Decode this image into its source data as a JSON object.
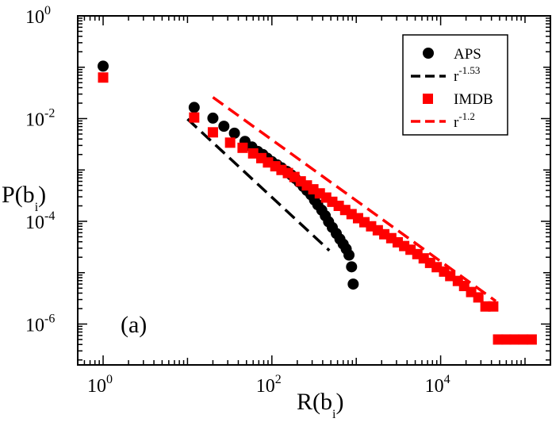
{
  "chart_data": {
    "type": "scatter",
    "panel_label": "(a)",
    "xlabel": {
      "base": "R(b",
      "sub": "i",
      "tail": ")"
    },
    "ylabel": {
      "base": "P(b",
      "sub": "i",
      "tail": ")"
    },
    "xscale": "log",
    "yscale": "log",
    "xlim": [
      0.5,
      200000
    ],
    "ylim": [
      1.6e-07,
      1
    ],
    "grid": false,
    "legend_position": "top-right",
    "x_ticks": [
      {
        "value": 1,
        "base": "10",
        "exp": "0"
      },
      {
        "value": 100,
        "base": "10",
        "exp": "2"
      },
      {
        "value": 10000,
        "base": "10",
        "exp": "4"
      }
    ],
    "y_ticks": [
      {
        "value": 1,
        "base": "10",
        "exp": "0"
      },
      {
        "value": 0.01,
        "base": "10",
        "exp": "-2"
      },
      {
        "value": 0.0001,
        "base": "10",
        "exp": "-4"
      },
      {
        "value": 1e-06,
        "base": "10",
        "exp": "-6"
      }
    ],
    "series": [
      {
        "name": "APS",
        "marker": "circle",
        "color": "#000000",
        "points": [
          [
            1,
            0.105
          ],
          [
            12,
            0.0165
          ],
          [
            20,
            0.0102
          ],
          [
            27,
            0.0071
          ],
          [
            36,
            0.0052
          ],
          [
            48,
            0.0036
          ],
          [
            58,
            0.0028
          ],
          [
            68,
            0.0023
          ],
          [
            78,
            0.002
          ],
          [
            88,
            0.0017
          ],
          [
            100,
            0.00145
          ],
          [
            115,
            0.00126
          ],
          [
            130,
            0.0011
          ],
          [
            150,
            0.00094
          ],
          [
            170,
            0.0008
          ],
          [
            190,
            0.00068
          ],
          [
            210,
            0.00058
          ],
          [
            235,
            0.00048
          ],
          [
            260,
            0.0004
          ],
          [
            290,
            0.00033
          ],
          [
            320,
            0.00026
          ],
          [
            350,
            0.00021
          ],
          [
            390,
            0.000165
          ],
          [
            430,
            0.000128
          ],
          [
            470,
            9.8e-05
          ],
          [
            520,
            7.6e-05
          ],
          [
            580,
            5.8e-05
          ],
          [
            640,
            4.5e-05
          ],
          [
            700,
            3.6e-05
          ],
          [
            760,
            2.9e-05
          ],
          [
            820,
            2.2e-05
          ],
          [
            880,
            1.3e-05
          ],
          [
            920,
            6e-06
          ]
        ]
      },
      {
        "name": "IMDB",
        "marker": "square",
        "color": "#ff0000",
        "points": [
          [
            1,
            0.063
          ],
          [
            12,
            0.0105
          ],
          [
            20,
            0.0054
          ],
          [
            32,
            0.0034
          ],
          [
            45,
            0.0027
          ],
          [
            60,
            0.0021
          ],
          [
            75,
            0.0017
          ],
          [
            90,
            0.0014
          ],
          [
            110,
            0.00118
          ],
          [
            130,
            0.001
          ],
          [
            155,
            0.00087
          ],
          [
            185,
            0.00073
          ],
          [
            220,
            0.0006
          ],
          [
            260,
            0.0005
          ],
          [
            310,
            0.00042
          ],
          [
            370,
            0.00035
          ],
          [
            440,
            0.00029
          ],
          [
            520,
            0.00024
          ],
          [
            620,
            0.0002
          ],
          [
            740,
            0.000166
          ],
          [
            880,
            0.000138
          ],
          [
            1050,
            0.000115
          ],
          [
            1250,
            9.6e-05
          ],
          [
            1500,
            8e-05
          ],
          [
            1800,
            6.7e-05
          ],
          [
            2150,
            5.6e-05
          ],
          [
            2600,
            4.7e-05
          ],
          [
            3100,
            3.9e-05
          ],
          [
            3700,
            3.3e-05
          ],
          [
            4400,
            2.8e-05
          ],
          [
            5300,
            2.3e-05
          ],
          [
            6300,
            1.9e-05
          ],
          [
            7500,
            1.55e-05
          ],
          [
            9000,
            1.28e-05
          ],
          [
            11000,
            1.05e-05
          ],
          [
            13000,
            8.6e-06
          ],
          [
            16000,
            6.9e-06
          ],
          [
            19000,
            5.5e-06
          ],
          [
            23000,
            4.2e-06
          ],
          [
            28000,
            3.3e-06
          ],
          [
            34000,
            2.2e-06
          ],
          [
            42000,
            2.2e-06
          ],
          [
            48000,
            5e-07
          ],
          [
            60000,
            5e-07
          ],
          [
            75000,
            5e-07
          ],
          [
            95000,
            5e-07
          ],
          [
            120000,
            5e-07
          ]
        ]
      }
    ],
    "fit_lines": [
      {
        "label": "r",
        "exp": "-1.53",
        "color": "#000000",
        "x": [
          10,
          480
        ],
        "y": [
          0.0098,
          2.7e-05
        ]
      },
      {
        "label": "r",
        "exp": "-1.2",
        "color": "#ff0000",
        "x": [
          20,
          45000
        ],
        "y": [
          0.026,
          2.8e-06
        ]
      }
    ]
  }
}
